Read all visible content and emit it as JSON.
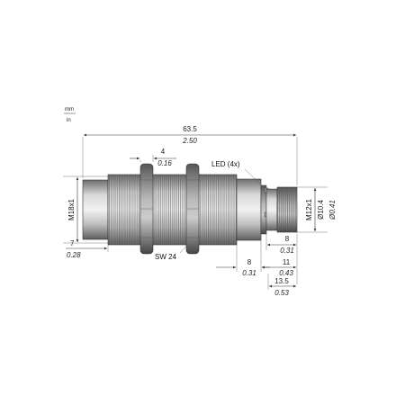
{
  "units": {
    "top": "mm",
    "bottom": "in"
  },
  "dimensions": {
    "overall_length": {
      "mm": "63.5",
      "in": "2.50"
    },
    "nut_thickness": {
      "mm": "4",
      "in": "0.16"
    },
    "front_thread": {
      "mm": "7",
      "in": "0.28"
    },
    "rear_8": {
      "mm": "8",
      "in": "0.31"
    },
    "connector_8": {
      "mm": "8",
      "in": "0.31"
    },
    "connector_11": {
      "mm": "11",
      "in": "0.43"
    },
    "connector_13_5": {
      "mm": "13.5",
      "in": "0.53"
    }
  },
  "labels": {
    "main_thread": "M18x1",
    "connector_thread": "M12x1",
    "diameter_mm": "Ø10.4",
    "diameter_in": "Ø0.41",
    "led": "LED (4x)",
    "wrench": "SW 24"
  }
}
